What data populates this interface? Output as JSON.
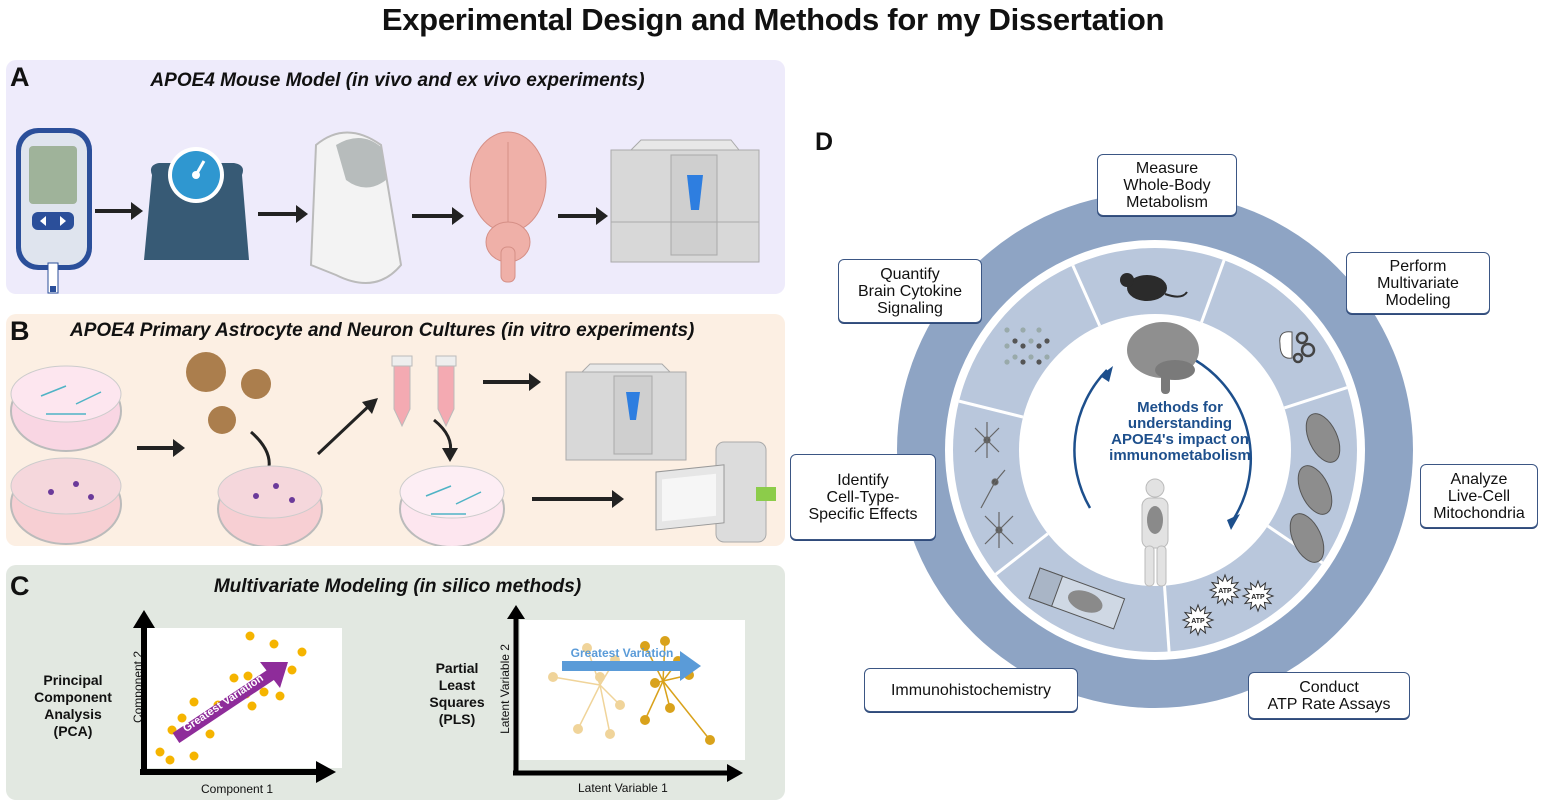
{
  "title": "Experimental Design and Methods for my Dissertation",
  "panels": {
    "A": {
      "label": "A",
      "title": "APOE4 Mouse Model (in vivo and ex vivo experiments)",
      "steps": [
        "glucometer",
        "weighing-scale",
        "metabolic-cage",
        "mouse-brain",
        "multiplex-analyzer"
      ]
    },
    "B": {
      "label": "B",
      "title": "APOE4 Primary Astrocyte and Neuron Cultures (in vitro experiments)",
      "items": [
        "astrocyte-culture-dish",
        "neuron-culture-dish",
        "amyloid-fibrils",
        "treated-neuron-dish",
        "supernatant-tubes",
        "multiplex-analyzer",
        "conditioned-astrocyte-dish",
        "seahorse-analyzer"
      ]
    },
    "C": {
      "label": "C",
      "title": "Multivariate Modeling (in silico methods)",
      "pca": {
        "side_label": [
          "Principal",
          "Component",
          "Analysis",
          "(PCA)"
        ],
        "xlabel": "Component 1",
        "ylabel": "Component 2",
        "arrow_label": "Greatest Variation",
        "arrow_color": "#8e2c9a",
        "point_color": "#f5b400"
      },
      "pls": {
        "side_label": [
          "Partial",
          "Least",
          "Squares",
          "(PLS)"
        ],
        "xlabel": "Latent Variable 1",
        "ylabel": "Latent Variable 2",
        "arrow_label": "Greatest Variation",
        "arrow_color": "#5a9bd8",
        "group_colors": [
          "#f0d49a",
          "#d9a21b"
        ]
      }
    },
    "D": {
      "label": "D",
      "center_text": [
        "Methods for",
        "understanding",
        "APOE4's impact on",
        "immunometabolism"
      ],
      "ring_color": "#8ea4c4",
      "segment_color": "#b9c7dc",
      "center_color": "#1d4f8c",
      "methods": [
        {
          "id": "whole-body",
          "lines": [
            "Measure",
            "Whole-Body",
            "Metabolism"
          ],
          "icon": "mouse-icon"
        },
        {
          "id": "multivariate",
          "lines": [
            "Perform",
            "Multivariate",
            "Modeling"
          ],
          "icon": "brain-gears-icon"
        },
        {
          "id": "mitochondria",
          "lines": [
            "Analyze",
            "Live-Cell",
            "Mitochondria"
          ],
          "icon": "mitochondria-icon"
        },
        {
          "id": "atp",
          "lines": [
            "Conduct",
            "ATP Rate Assays"
          ],
          "icon": "atp-icon"
        },
        {
          "id": "ihc",
          "lines": [
            "Immunohistochemistry"
          ],
          "icon": "brain-slide-icon"
        },
        {
          "id": "cell-type",
          "lines": [
            "Identify",
            "Cell-Type-",
            "Specific Effects"
          ],
          "icon": "neuron-cells-icon"
        },
        {
          "id": "cytokine",
          "lines": [
            "Quantify",
            "Brain Cytokine",
            "Signaling"
          ],
          "icon": "cytokine-dots-icon"
        }
      ],
      "atp_label": "ATP"
    }
  }
}
